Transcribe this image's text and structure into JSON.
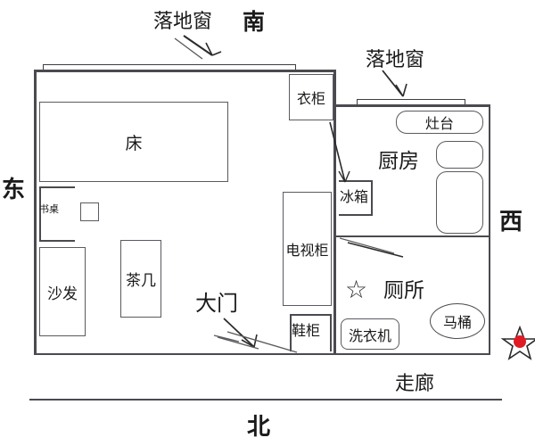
{
  "diagram": {
    "title": "apartment-floor-plan",
    "colors": {
      "wall": "#4a4a50",
      "furniture": "#5a5a60",
      "text": "#1a1a1a",
      "star_fill": "#e01b24",
      "background": "#ffffff"
    }
  },
  "compass": {
    "south": "南",
    "east": "东",
    "west": "西",
    "north": "北"
  },
  "annotations": {
    "window_south": "落地窗",
    "window_kitchen": "落地窗",
    "main_door": "大门",
    "corridor": "走廊"
  },
  "rooms": {
    "kitchen": "厨房",
    "bathroom": "厕所"
  },
  "furniture": [
    {
      "key": "bed",
      "label": "床"
    },
    {
      "key": "desk",
      "label": "书桌"
    },
    {
      "key": "sofa",
      "label": "沙发"
    },
    {
      "key": "tea_table",
      "label": "茶几"
    },
    {
      "key": "wardrobe",
      "label": "衣柜"
    },
    {
      "key": "fridge",
      "label": "冰箱"
    },
    {
      "key": "tv_cabinet",
      "label": "电视柜"
    },
    {
      "key": "shoe_cabinet",
      "label": "鞋柜"
    },
    {
      "key": "stove",
      "label": "灶台"
    },
    {
      "key": "washing_machine",
      "label": "洗衣机"
    },
    {
      "key": "toilet",
      "label": "马桶"
    }
  ],
  "markers": {
    "star_outline": "☆",
    "star_filled": "★"
  }
}
